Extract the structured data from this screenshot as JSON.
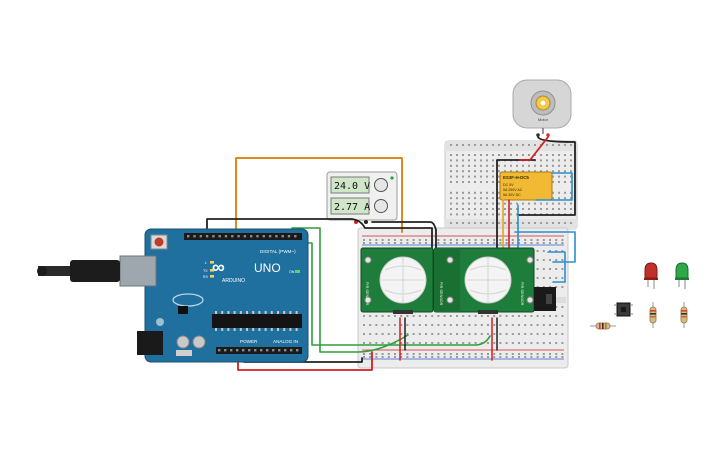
{
  "arduino": {
    "brand": "ARDUINO",
    "model": "UNO",
    "digital_label": "DIGITAL (PWM~)",
    "power_label": "POWER",
    "analog_label": "ANALOG IN",
    "tx_label": "TX",
    "rx_label": "RX",
    "on_label": "ON",
    "l_label": "L",
    "logo_symbol": "∞"
  },
  "power_supply": {
    "voltage": "24.0 V",
    "current": "2.77 A"
  },
  "relay": {
    "part_number": "ES3F-H-DC5",
    "specs": [
      "DC 5V",
      "5A 250V AC",
      "5A 30V DC"
    ]
  },
  "motor": {
    "label": "Motor"
  },
  "pir_sensors": [
    {
      "label": "PIR SENSOR"
    },
    {
      "label": "PIR SENSOR"
    }
  ],
  "colors": {
    "arduino_blue": "#1f6f9f",
    "breadboard": "#ececec",
    "wire_orange": "#e08a1e",
    "wire_black": "#222222",
    "wire_red": "#d02020",
    "wire_green": "#2e9e3a",
    "wire_blue": "#2b8fcf",
    "pir_green": "#1e7d3a",
    "relay_yellow": "#f2b935",
    "led_red": "#c0302a",
    "led_green": "#2fa84a"
  },
  "icons": [
    "usb-plug-icon",
    "motor-icon",
    "led-red-icon",
    "led-green-icon",
    "pushbutton-icon",
    "resistor-icon"
  ]
}
